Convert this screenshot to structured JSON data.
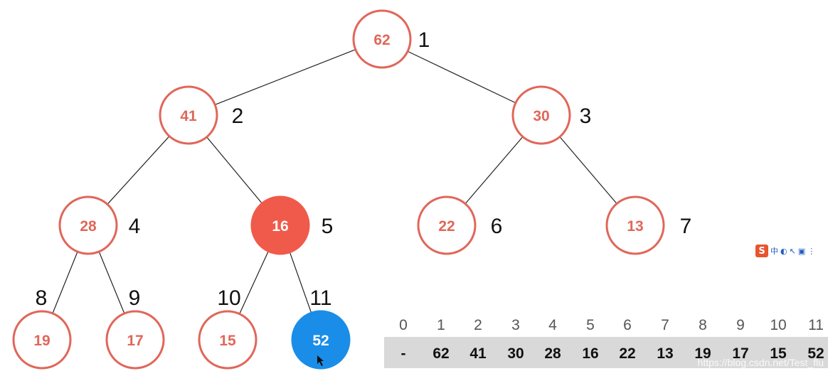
{
  "tree": {
    "nodes": [
      {
        "index": "1",
        "value": "62",
        "state": "normal"
      },
      {
        "index": "2",
        "value": "41",
        "state": "normal"
      },
      {
        "index": "3",
        "value": "30",
        "state": "normal"
      },
      {
        "index": "4",
        "value": "28",
        "state": "normal"
      },
      {
        "index": "5",
        "value": "16",
        "state": "highlight"
      },
      {
        "index": "6",
        "value": "22",
        "state": "normal"
      },
      {
        "index": "7",
        "value": "13",
        "state": "normal"
      },
      {
        "index": "8",
        "value": "19",
        "state": "normal"
      },
      {
        "index": "9",
        "value": "17",
        "state": "normal"
      },
      {
        "index": "10",
        "value": "15",
        "state": "normal"
      },
      {
        "index": "11",
        "value": "52",
        "state": "selected"
      }
    ],
    "edges": [
      [
        1,
        2
      ],
      [
        1,
        3
      ],
      [
        2,
        4
      ],
      [
        2,
        5
      ],
      [
        3,
        6
      ],
      [
        3,
        7
      ],
      [
        4,
        8
      ],
      [
        4,
        9
      ],
      [
        5,
        10
      ],
      [
        5,
        11
      ]
    ]
  },
  "array": {
    "indices": [
      "0",
      "1",
      "2",
      "3",
      "4",
      "5",
      "6",
      "7",
      "8",
      "9",
      "10",
      "11"
    ],
    "values": [
      "-",
      "62",
      "41",
      "30",
      "28",
      "16",
      "22",
      "13",
      "19",
      "17",
      "15",
      "52"
    ]
  },
  "colors": {
    "node_stroke": "#e0675a",
    "node_text": "#e0675a",
    "highlight_fill": "#f05a4a",
    "selected_fill": "#1a8de8",
    "edge": "#222222",
    "array_bg": "#d9d9d9"
  },
  "ime_toolbar": {
    "logo": "S",
    "buttons": [
      "中",
      "◐",
      "↖",
      "▣",
      "⋮"
    ]
  },
  "watermark": "https://blog.csdn.net/Test_flu"
}
